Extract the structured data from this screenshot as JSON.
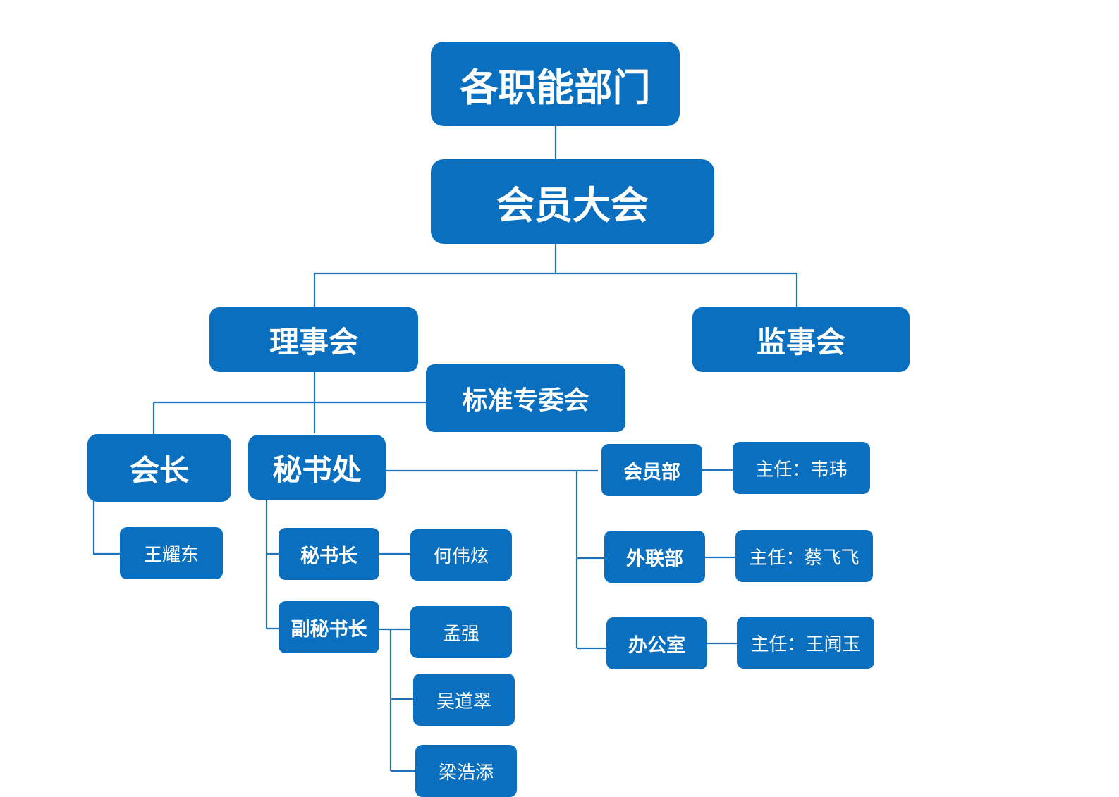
{
  "chart": {
    "root": "各职能部门",
    "assembly": "会员大会",
    "council": "理事会",
    "supervisory": "监事会",
    "committee": "标准专委会",
    "president": {
      "title": "会长",
      "name": "王耀东"
    },
    "secretariat": {
      "title": "秘书处",
      "secretary_general": {
        "title": "秘书长",
        "name": "何伟炫"
      },
      "deputy": {
        "title": "副秘书长",
        "names": [
          "孟强",
          "吴道翠",
          "梁浩添"
        ]
      },
      "departments": [
        {
          "title": "会员部",
          "director": "主任：韦玮"
        },
        {
          "title": "外联部",
          "director": "主任：蔡飞飞"
        },
        {
          "title": "办公室",
          "director": "主任：王闻玉"
        }
      ]
    }
  },
  "colors": {
    "box": "#0a6fbf",
    "line": "#1f72bd",
    "text": "#ffffff"
  }
}
